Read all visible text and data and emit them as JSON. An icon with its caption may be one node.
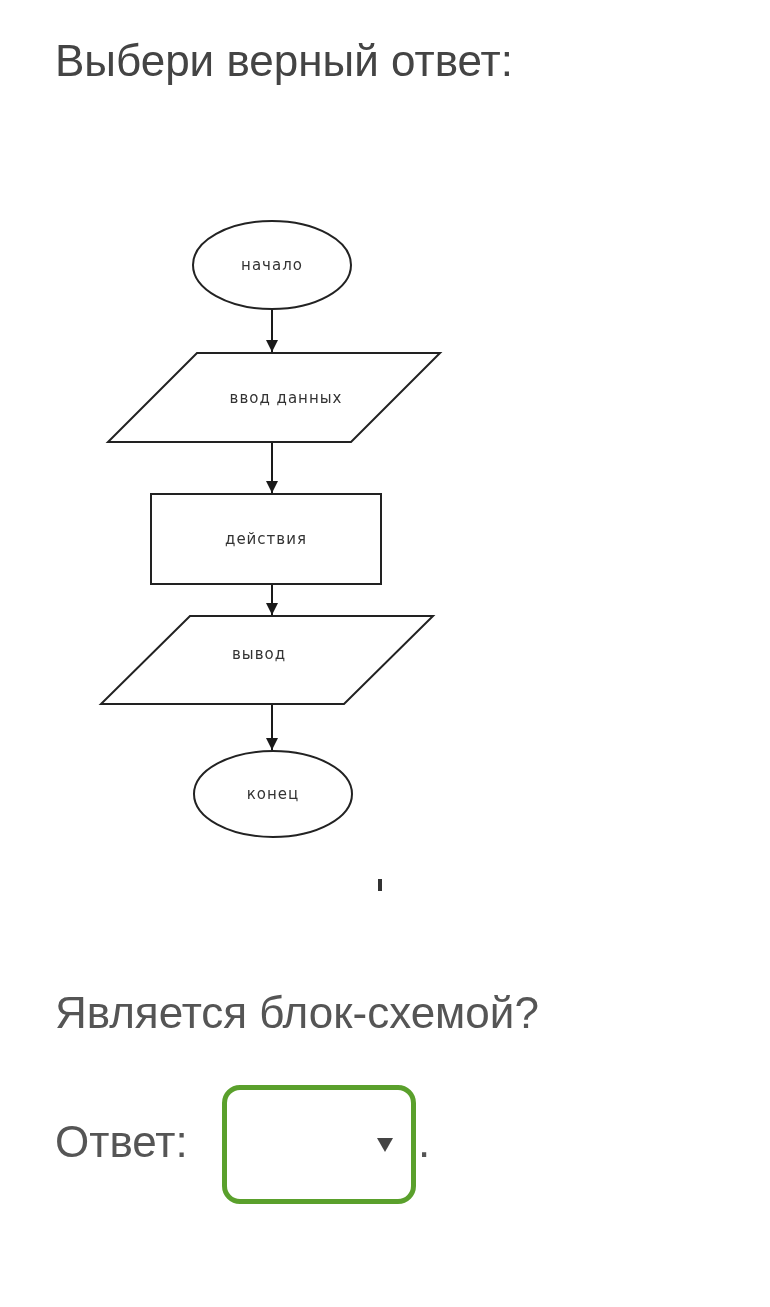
{
  "diagram": {
    "title": "Выбери верный ответ:",
    "nodes": [
      {
        "text": [
          "начало"
        ]
      },
      {
        "text": [
          "ввод данных"
        ]
      },
      {
        "text": [
          "действия"
        ]
      },
      {
        "text": [
          "вывод"
        ]
      },
      {
        "text": [
          "конец"
        ]
      }
    ],
    "edges": [
      {
        "from": 0,
        "to": 1,
        "arrow": "to"
      },
      {
        "from": 1,
        "to": 2,
        "arrow": "to"
      },
      {
        "from": 2,
        "to": 3,
        "arrow": "to"
      },
      {
        "from": 3,
        "to": 4,
        "arrow": "to"
      }
    ],
    "labels": [
      "Является блок-схемой?",
      "Ответ:",
      "."
    ]
  }
}
